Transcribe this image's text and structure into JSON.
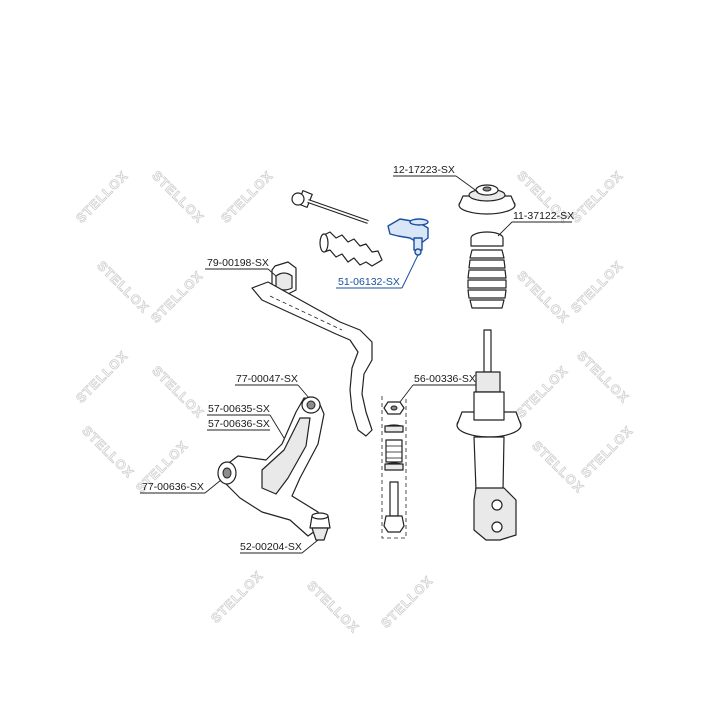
{
  "watermark": {
    "brand_text": "STELLOX"
  },
  "labels": {
    "top_mount": "12-17223-SX",
    "bump_stop_boot": "11-37122-SX",
    "stabilizer_bushing": "79-00198-SX",
    "tie_rod_end": "51-06132-SX",
    "control_arm_bushing_rear": "77-00047-SX",
    "stabilizer_link_kit": "56-00336-SX",
    "control_arm_left": "57-00635-SX",
    "control_arm_right": "57-00636-SX",
    "control_arm_bushing_front": "77-00636-SX",
    "ball_joint": "52-00204-SX"
  },
  "colors": {
    "highlight": "#1a4fa0",
    "line": "#222222",
    "watermark": "#d2d2d2"
  }
}
